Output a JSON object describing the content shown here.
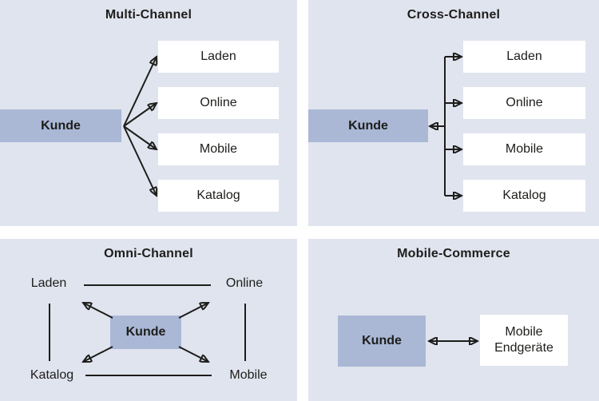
{
  "colors": {
    "panel_background": "#e0e4ee",
    "customer_box": "#aab8d6",
    "channel_box": "#ffffff",
    "ink": "#1d1d1b"
  },
  "panels": {
    "multi_channel": {
      "title": "Multi-Channel",
      "customer": "Kunde",
      "channels": [
        "Laden",
        "Online",
        "Mobile",
        "Katalog"
      ]
    },
    "cross_channel": {
      "title": "Cross-Channel",
      "customer": "Kunde",
      "channels": [
        "Laden",
        "Online",
        "Mobile",
        "Katalog"
      ]
    },
    "omni_channel": {
      "title": "Omni-Channel",
      "customer": "Kunde",
      "channels": [
        "Laden",
        "Online",
        "Katalog",
        "Mobile"
      ]
    },
    "mobile_commerce": {
      "title": "Mobile-Commerce",
      "customer": "Kunde",
      "device": "Mobile Endgeräte"
    }
  }
}
